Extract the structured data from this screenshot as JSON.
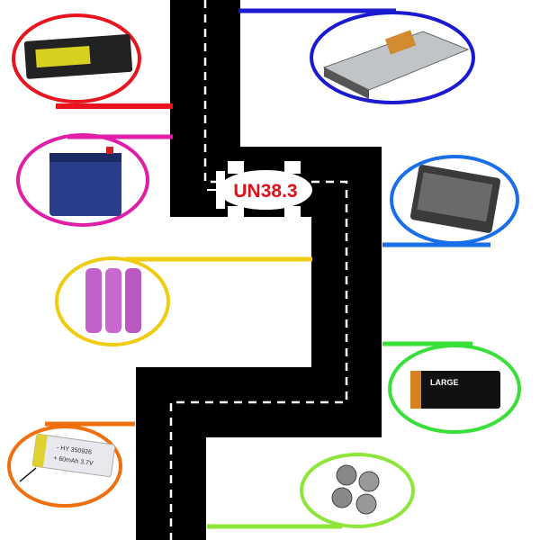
{
  "badge": {
    "label": "UN38.3",
    "color": "#e0101a"
  },
  "batteries": [
    {
      "name": "laptop-battery",
      "color": "#e8141e"
    },
    {
      "name": "ev-battery-pack",
      "color": "#1a1ad0"
    },
    {
      "name": "lead-acid-battery",
      "color": "#e01ea8"
    },
    {
      "name": "phone-battery",
      "color": "#1a6ee8"
    },
    {
      "name": "cylindrical-cells",
      "color": "#f0cc10"
    },
    {
      "name": "large-battery",
      "color": "#3ae03a",
      "label": "LARGE"
    },
    {
      "name": "lipo-pouch-battery",
      "color": "#f07010",
      "label_line1": "- HY 350926",
      "label_line2": "+ 60mAh 3.7V"
    },
    {
      "name": "coin-cells",
      "color": "#8ee63a"
    }
  ]
}
